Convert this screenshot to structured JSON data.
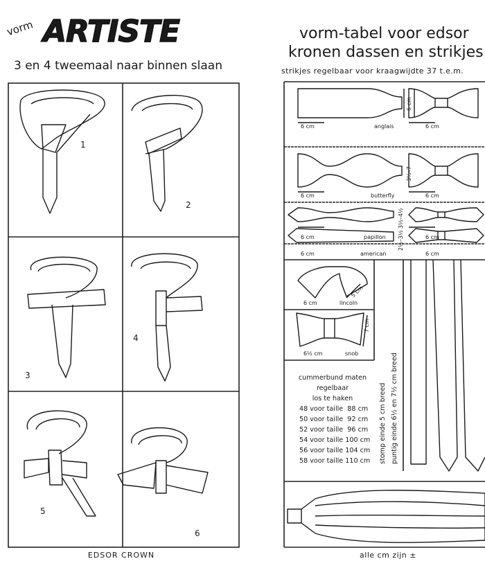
{
  "left": {
    "logo_prefix": "vorm",
    "logo": "ARTISTE",
    "subtitle": "3 en 4 tweemaal naar binnen slaan",
    "steps": [
      "1",
      "2",
      "3",
      "4",
      "5",
      "6"
    ],
    "footer": "EDSOR CROWN"
  },
  "right": {
    "title_line1": "vorm-tabel voor edsor",
    "title_line2": "kronen dassen en strikjes",
    "subtitle": "strikjes regelbaar voor kraagwijdte 37 t.e.m.",
    "bows": [
      {
        "name": "anglais",
        "width": "6 cm",
        "bow_width": "6 cm",
        "height": "6 cm"
      },
      {
        "name": "butterfly",
        "width": "6 cm",
        "bow_width": "6 cm",
        "height": "3½–7"
      },
      {
        "name": "papillon",
        "width": "6 cm",
        "bow_width": "6 cm",
        "height": "3½–4½"
      },
      {
        "name": "american",
        "width": "6 cm",
        "bow_width": "6 cm",
        "height": "2½–3½"
      },
      {
        "name": "lincoln",
        "width": "6 cm",
        "height": "5 cm"
      },
      {
        "name": "snob",
        "width": "6½ cm",
        "height": "7 cm"
      }
    ],
    "cummerbund": {
      "heading": [
        "cummerbund maten",
        "regelbaar",
        "los te haken"
      ],
      "sizes": [
        "48 voor taille  88 cm",
        "50 voor taille  92 cm",
        "52 voor taille  96 cm",
        "54 voor taille 100 cm",
        "56 voor taille 104 cm",
        "58 voor taille 110 cm"
      ]
    },
    "tie_widths": [
      "stomp einde 5 cm breed",
      "puntig einde 6½ en 7½ cm breed"
    ],
    "footer": "alle cm zijn ±"
  }
}
